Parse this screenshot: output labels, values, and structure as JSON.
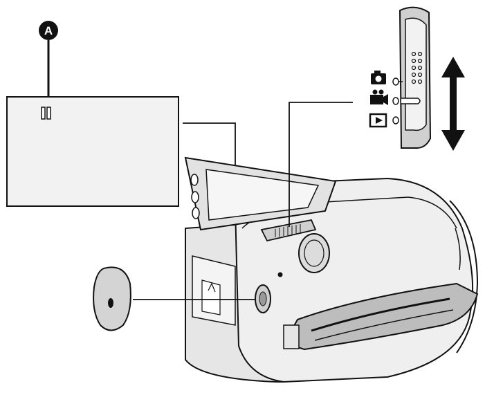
{
  "callout": {
    "label": "A"
  },
  "lcd_screen": {
    "status_icon": "pause-icon"
  },
  "mode_switch": {
    "positions": [
      {
        "mode": "photo",
        "icon": "camera-icon"
      },
      {
        "mode": "video",
        "icon": "movie-camera-icon"
      },
      {
        "mode": "playback",
        "icon": "play-icon"
      }
    ],
    "direction_indicator": "up-down-arrow-icon"
  },
  "buttons": {
    "start_stop": "recording-start-stop-button"
  },
  "colors": {
    "line": "#111111",
    "fill_light": "#f2f2f2",
    "fill_mid": "#d9d9d9",
    "fill_dark": "#9a9a9a",
    "background": "#ffffff"
  }
}
